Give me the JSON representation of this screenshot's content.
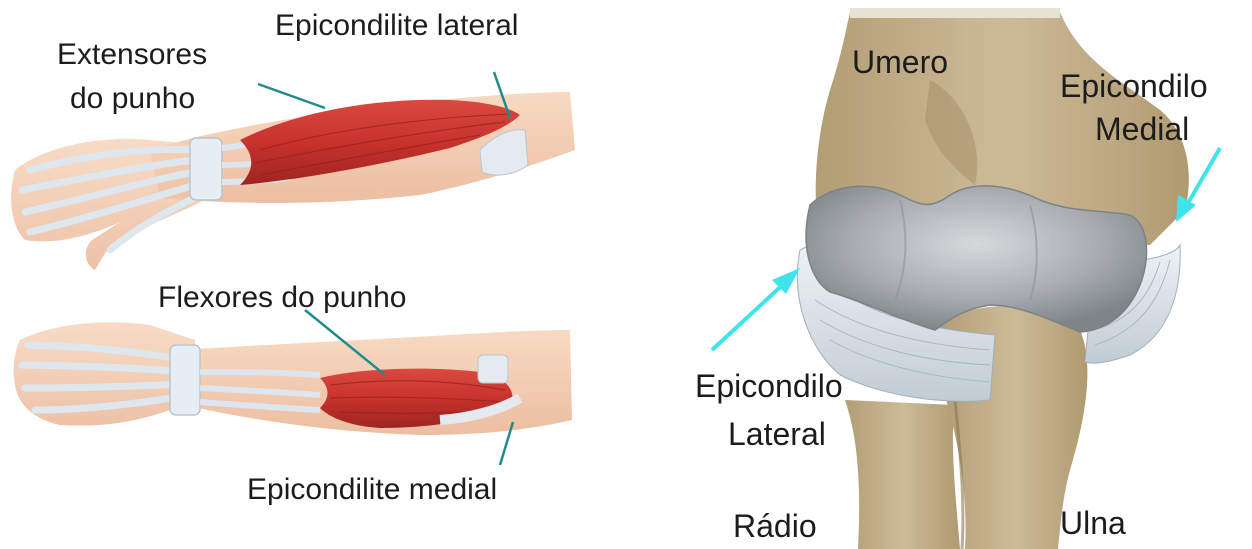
{
  "colors": {
    "background": "#ffffff",
    "label_text": "#1c1c1c",
    "leader_line": "#1e8c8c",
    "arrow": "#3fe4ea",
    "muscle": "#c8322d",
    "tendon": "#dde6ee",
    "skin": "#f3c9a9",
    "bone": "#c5b18b",
    "cartilage": "#a9adb1"
  },
  "left_panel": {
    "top_forearm": {
      "label_muscle": {
        "lines": [
          "Extensores",
          "do punho"
        ]
      },
      "label_insertion": "Epicondilite lateral"
    },
    "bottom_forearm": {
      "label_muscle": "Flexores do punho",
      "label_insertion": "Epicondilite medial"
    }
  },
  "right_panel": {
    "labels": {
      "humerus": "Umero",
      "medial_epicondyle": [
        "Epicondilo",
        "Medial"
      ],
      "lateral_epicondyle": [
        "Epicondilo",
        "Lateral"
      ],
      "radius": "Rádio",
      "ulna": "Ulna"
    }
  }
}
